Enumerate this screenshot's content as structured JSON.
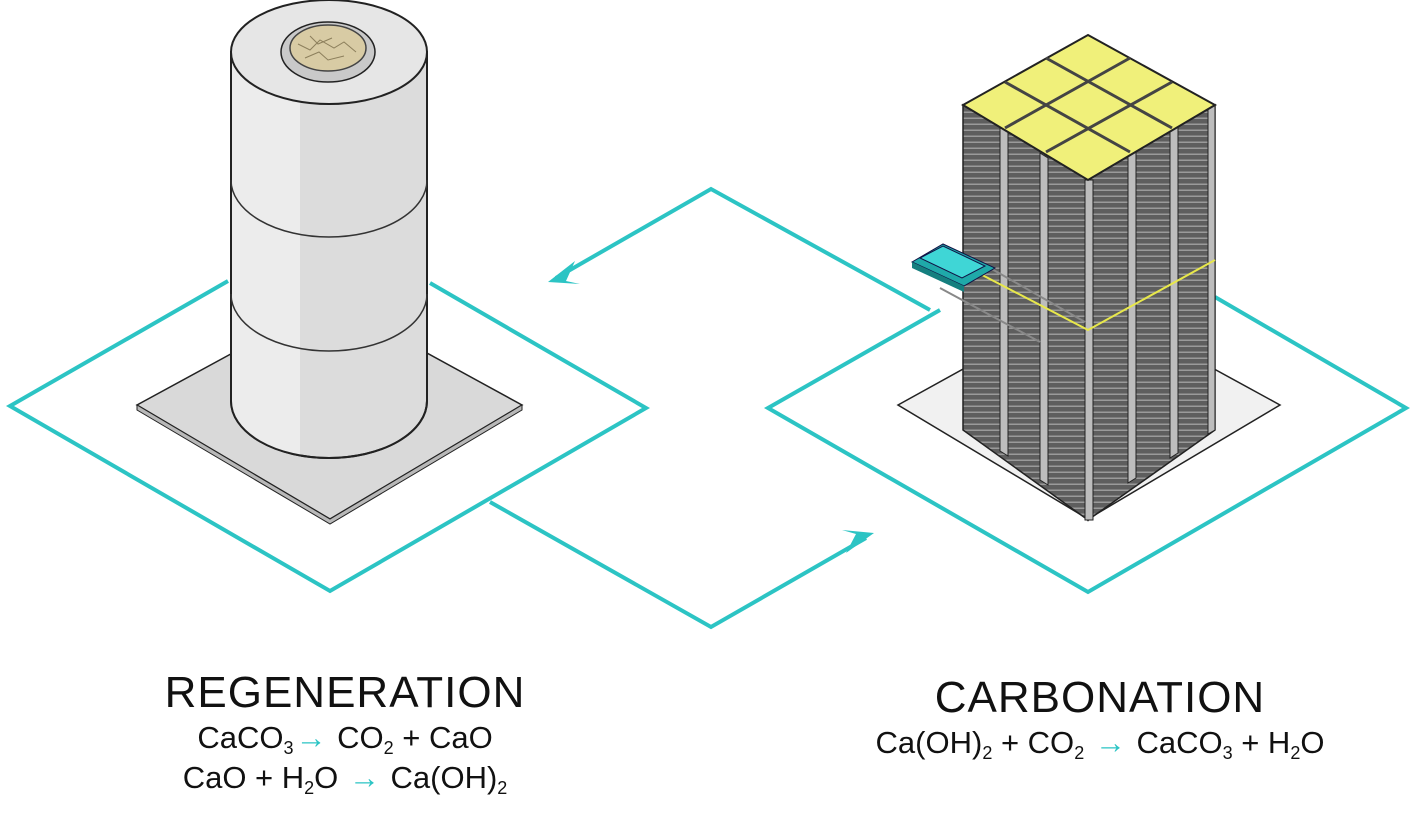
{
  "colors": {
    "accent": "#2cc4c4",
    "cylinder": "#dcdcdc",
    "base_plate": "#d9d9d9",
    "stack_top": "#f0f07a",
    "stack_face": "#5e5e5e",
    "tray": "#2ec8c8"
  },
  "regeneration": {
    "title": "REGENERATION",
    "equations": [
      [
        {
          "t": "CaCO"
        },
        {
          "sub": "3"
        },
        {
          "arrow": "→"
        },
        {
          "t": " CO"
        },
        {
          "sub": "2"
        },
        {
          "t": " + CaO"
        }
      ],
      [
        {
          "t": "CaO + H"
        },
        {
          "sub": "2"
        },
        {
          "t": "O "
        },
        {
          "arrow": "→"
        },
        {
          "t": " Ca(OH)"
        },
        {
          "sub": "2"
        }
      ]
    ]
  },
  "carbonation": {
    "title": "CARBONATION",
    "equations": [
      [
        {
          "t": "Ca(OH)"
        },
        {
          "sub": "2"
        },
        {
          "t": " + CO"
        },
        {
          "sub": "2"
        },
        {
          "t": " "
        },
        {
          "arrow": "→"
        },
        {
          "t": " CaCO"
        },
        {
          "sub": "3"
        },
        {
          "t": " + H"
        },
        {
          "sub": "2"
        },
        {
          "t": "O"
        }
      ]
    ]
  }
}
